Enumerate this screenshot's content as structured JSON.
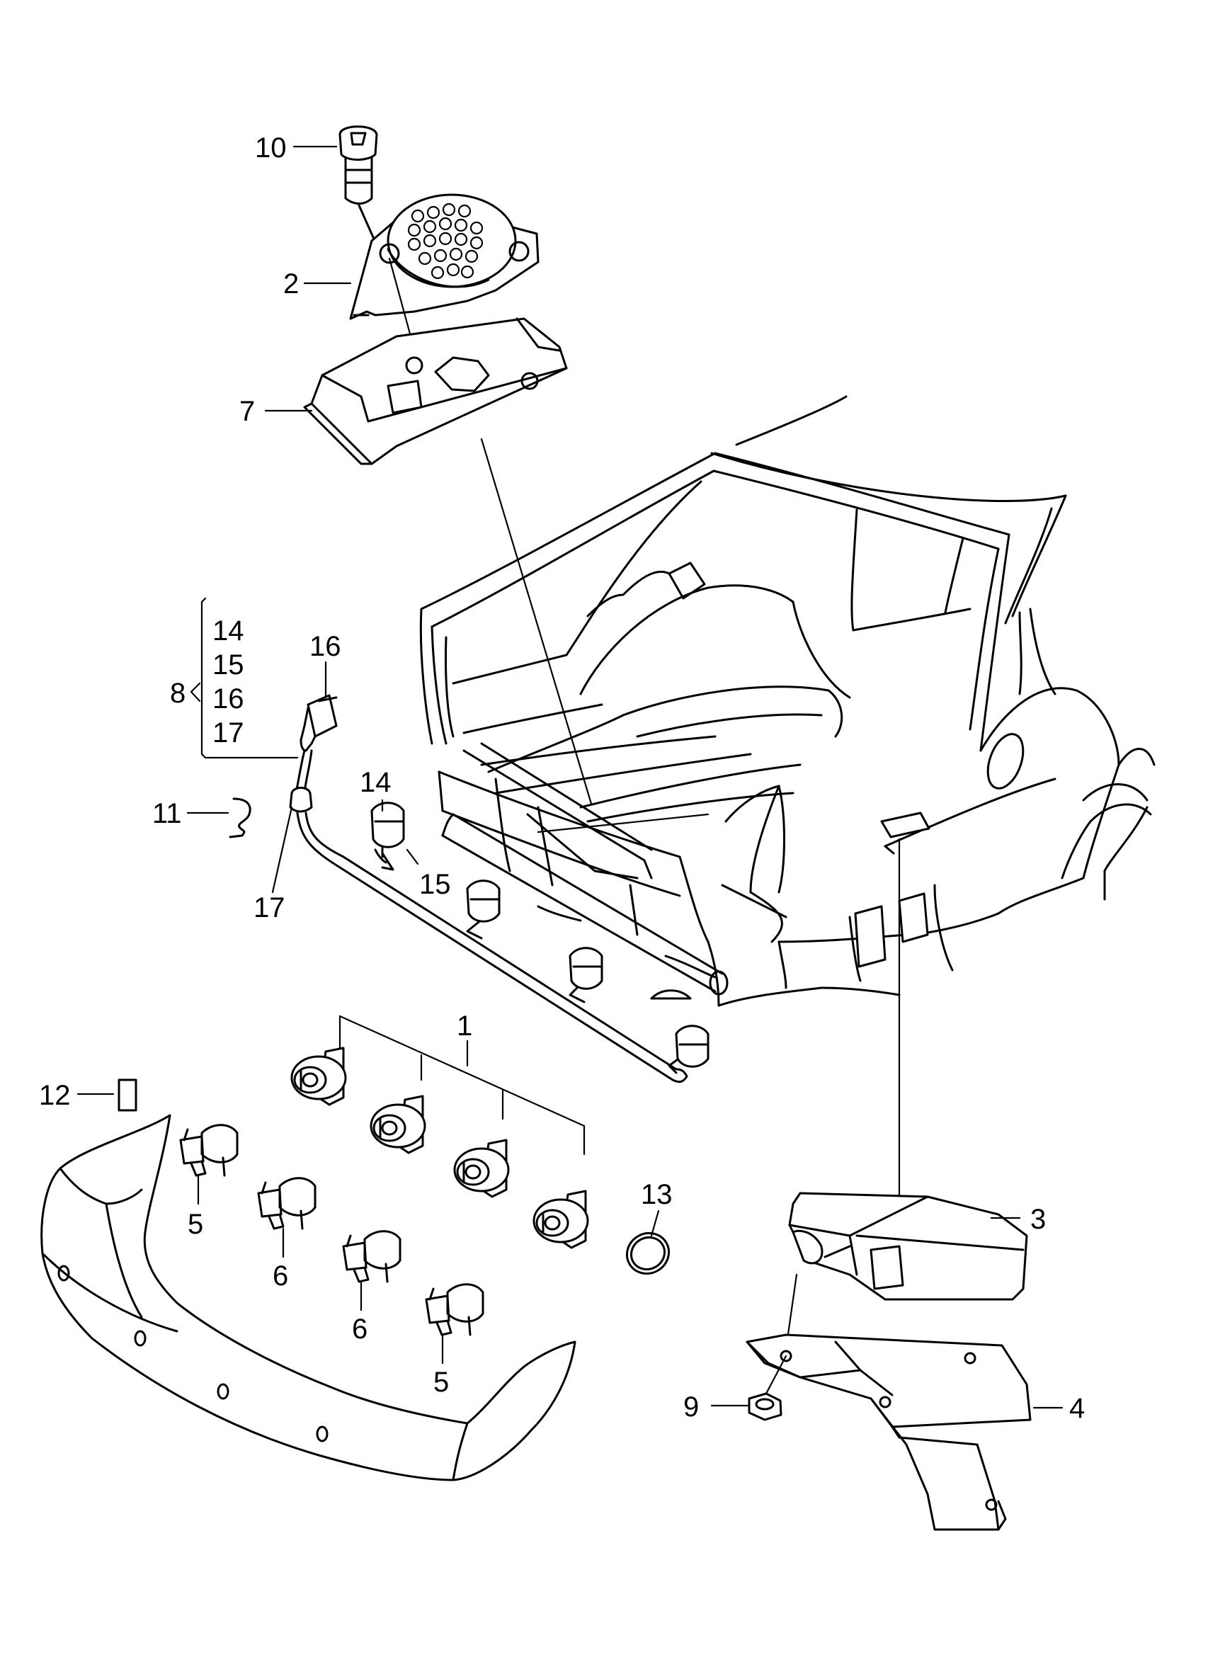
{
  "diagram": {
    "callouts": {
      "c1": "1",
      "c2": "2",
      "c3": "3",
      "c4": "4",
      "c5a": "5",
      "c5b": "5",
      "c6a": "6",
      "c6b": "6",
      "c7": "7",
      "c8": "8",
      "c9": "9",
      "c10": "10",
      "c11": "11",
      "c12": "12",
      "c13": "13",
      "c14": "14",
      "c15": "15",
      "c16": "16",
      "c17": "17",
      "g14": "14",
      "g15": "15",
      "g16": "16",
      "g17": "17"
    }
  }
}
